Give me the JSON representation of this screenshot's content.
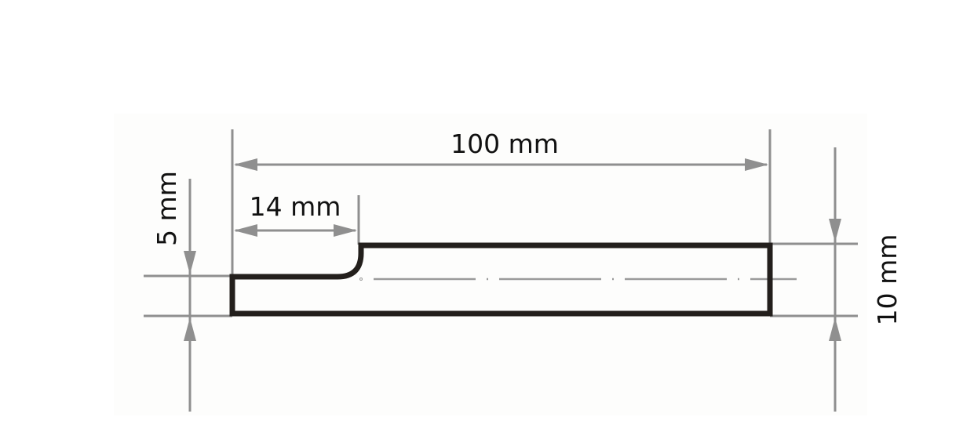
{
  "dimensions": {
    "overall_length": "100 mm",
    "step_length": "14 mm",
    "step_height": "5 mm",
    "total_height": "10 mm"
  },
  "colors": {
    "part_outline": "#231f1c",
    "dimension_lines": "#8f8f8f"
  }
}
